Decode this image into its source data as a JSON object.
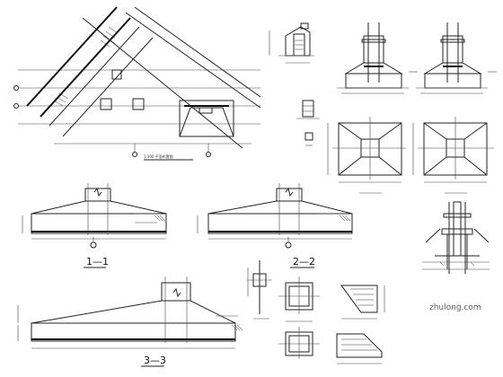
{
  "section_1_1": "1—1",
  "section_2_2": "2—2",
  "section_3_3": "3—3",
  "watermark_text": "zhulong.com"
}
